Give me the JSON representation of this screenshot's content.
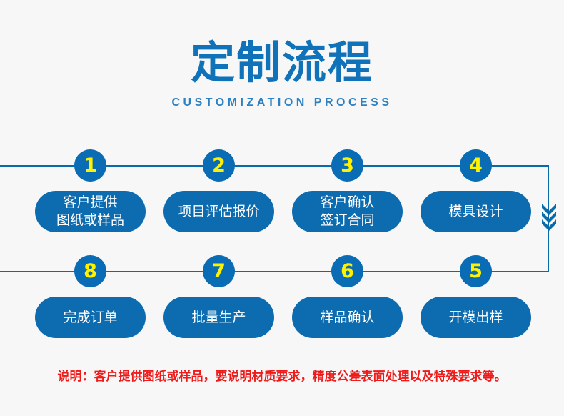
{
  "header": {
    "title_cn": "定制流程",
    "title_en": "CUSTOMIZATION PROCESS",
    "title_color": "#1072b8",
    "subtitle_color": "#2d80c2"
  },
  "colors": {
    "background": "#f7f7f7",
    "pill_blue": "#0d6cb0",
    "circle_blue": "#0a6cb4",
    "number_yellow": "#fff200",
    "line_blue": "#0a6bab",
    "note_red": "#ee1b1b",
    "pill_text": "#ffffff"
  },
  "flow": {
    "row_top": [
      {
        "number": "1",
        "label": "客户提供\n图纸或样品"
      },
      {
        "number": "2",
        "label": "项目评估报价"
      },
      {
        "number": "3",
        "label": "客户确认\n签订合同"
      },
      {
        "number": "4",
        "label": "模具设计"
      }
    ],
    "row_bottom": [
      {
        "number": "8",
        "label": "完成订单"
      },
      {
        "number": "7",
        "label": "批量生产"
      },
      {
        "number": "6",
        "label": "样品确认"
      },
      {
        "number": "5",
        "label": "开模出样"
      }
    ],
    "connector_icon": "triple-chevron-down-icon"
  },
  "note": {
    "text": "说明：客户提供图纸或样品，要说明材质要求，精度公差表面处理以及特殊要求等。"
  }
}
